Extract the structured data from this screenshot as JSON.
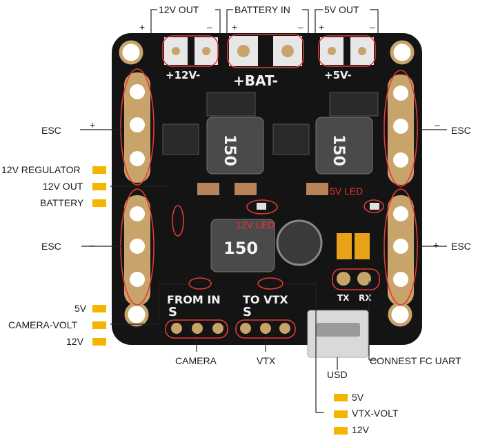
{
  "labels": {
    "out12v": "12V OUT",
    "battery_in": "BATTERY IN",
    "out5v": "5V OUT",
    "esc": "ESC",
    "regulator_12v": "12V REGULATOR",
    "out12v_left": "12V OUT",
    "battery": "BATTERY",
    "v5": "5V",
    "camera_volt": "CAMERA-VOLT",
    "v12": "12V",
    "camera": "CAMERA",
    "vtx": "VTX",
    "usd": "USD",
    "connest_uart": "CONNEST FC UART",
    "vtx_volt": "VTX-VOLT",
    "led_12v": "12V LED",
    "led_5v": "5V LED",
    "plus": "+",
    "minus": "–"
  },
  "board_silk": {
    "bat": "+BAT-",
    "p12": "+12V-",
    "p5": "+5V-",
    "from_in": "FROM IN",
    "to_vtx": "TO VTX",
    "s": "S",
    "tx": "TX",
    "rx": "RX",
    "v5": "5V",
    "v12": "12V",
    "inductor": "150"
  },
  "colors": {
    "board": "#141414",
    "pad_gold": "#c9a46a",
    "callout_red": "#e53935",
    "marker_yellow": "#f5b400"
  }
}
